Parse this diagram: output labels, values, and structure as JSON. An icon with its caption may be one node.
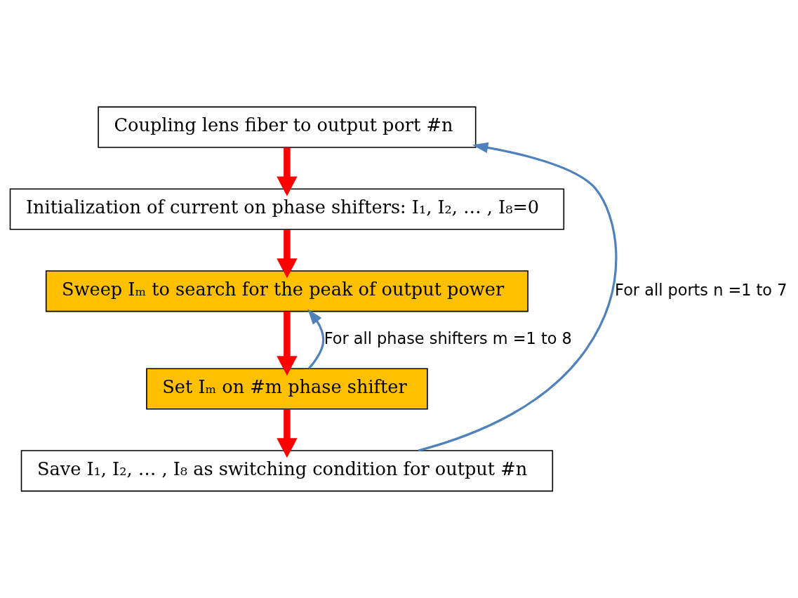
{
  "diagram": {
    "nodes": [
      {
        "text": [
          "Coupling lens fiber to output port #n"
        ]
      },
      {
        "text": [
          "Initialization of current on phase shifters: I₁, I₂, … , I₈=0"
        ]
      },
      {
        "text": [
          "Sweep Iₘ to search for the peak of output power"
        ]
      },
      {
        "text": [
          "Set Iₘ on #m phase shifter"
        ]
      },
      {
        "text": [
          "Save I₁, I₂, … , I₈ as switching condition for output #n"
        ]
      }
    ],
    "edges": [
      {
        "from": 0,
        "to": 1,
        "arrow": "to"
      },
      {
        "from": 1,
        "to": 2,
        "arrow": "to"
      },
      {
        "from": 2,
        "to": 3,
        "arrow": "to"
      },
      {
        "from": 3,
        "to": 4,
        "arrow": "to"
      },
      {
        "from": 3,
        "to": 2,
        "arrow": "to",
        "label": "For all phase shifters m =1 to 8",
        "color": "#4f81bd"
      },
      {
        "from": 4,
        "to": 0,
        "arrow": "to",
        "label": "For all ports n =1 to 7",
        "color": "#4f81bd"
      }
    ]
  }
}
